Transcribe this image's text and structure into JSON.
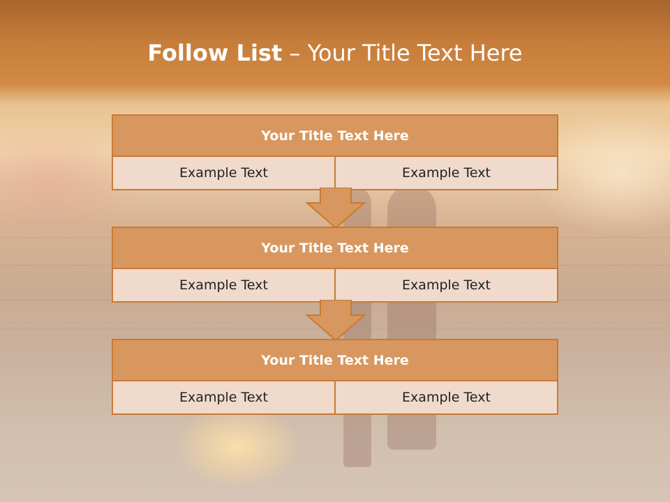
{
  "slide": {
    "title_bold": "Follow List",
    "title_rest": "– Your Title Text Here"
  },
  "blocks": [
    {
      "title": "Your Title Text Here",
      "left": "Example Text",
      "right": "Example Text"
    },
    {
      "title": "Your Title Text Here",
      "left": "Example Text",
      "right": "Example Text"
    },
    {
      "title": "Your Title Text Here",
      "left": "Example Text",
      "right": "Example Text"
    }
  ],
  "colors": {
    "header_band": "#c67d3a",
    "block_title_fill": "#d8975e",
    "block_cell_fill": "#efdacc",
    "border": "#c87a33",
    "arrow_fill": "#d8975e"
  },
  "icons": {
    "connector": "down-arrow-icon"
  }
}
